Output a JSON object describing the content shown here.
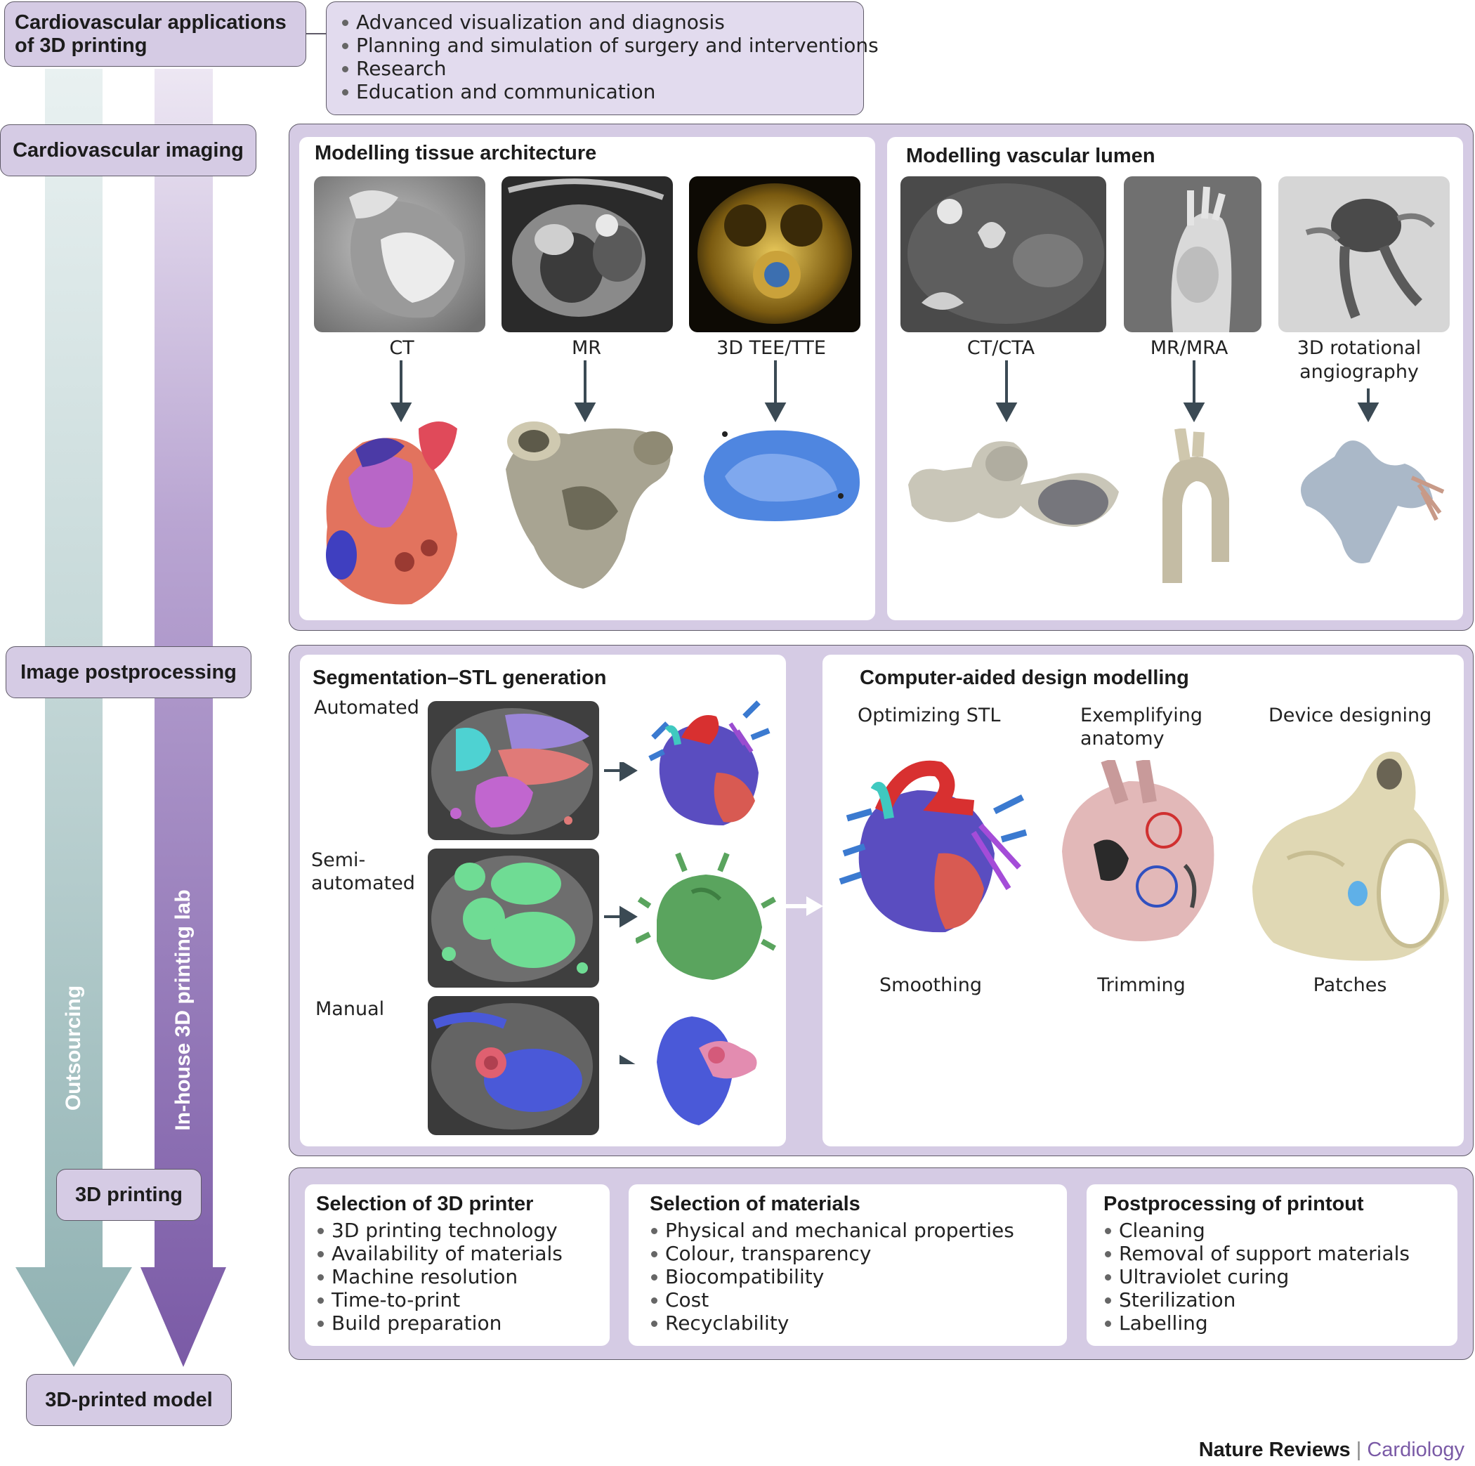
{
  "stages": {
    "applications": "Cardiovascular applications of 3D printing",
    "imaging": "Cardiovascular imaging",
    "postprocessing": "Image postprocessing",
    "printing": "3D printing",
    "model": "3D-printed model"
  },
  "applications_list": [
    "Advanced visualization and diagnosis",
    "Planning and simulation of surgery and interventions",
    "Research",
    "Education and communication"
  ],
  "arrows": {
    "outsourcing": "Outsourcing",
    "inhouse": "In-house 3D printing lab"
  },
  "imaging": {
    "tissue_title": "Modelling tissue architecture",
    "lumen_title": "Modelling vascular lumen",
    "tissue_modalities": [
      "CT",
      "MR",
      "3D TEE/TTE"
    ],
    "lumen_modalities": [
      "CT/CTA",
      "MR/MRA",
      "3D rotational angiography"
    ]
  },
  "postprocessing": {
    "segmentation_title": "Segmentation–STL generation",
    "segmentation_methods": [
      "Automated",
      "Semi-automated",
      "Manual"
    ],
    "cad_title": "Computer-aided design modelling",
    "cad_columns": [
      {
        "heading": "Optimizing STL",
        "caption": "Smoothing"
      },
      {
        "heading": "Exemplifying anatomy",
        "caption": "Trimming"
      },
      {
        "heading": "Device designing",
        "caption": "Patches"
      }
    ]
  },
  "printing": {
    "printer_title": "Selection of 3D printer",
    "printer_items": [
      "3D printing technology",
      "Availability of materials",
      "Machine resolution",
      "Time-to-print",
      "Build preparation"
    ],
    "materials_title": "Selection of materials",
    "materials_items": [
      "Physical and mechanical properties",
      "Colour, transparency",
      "Biocompatibility",
      "Cost",
      "Recyclability"
    ],
    "post_title": "Postprocessing of printout",
    "post_items": [
      "Cleaning",
      "Removal of support materials",
      "Ultraviolet curing",
      "Sterilization",
      "Labelling"
    ]
  },
  "footer": {
    "journal": "Nature Reviews",
    "separator": "|",
    "section": "Cardiology"
  },
  "colors": {
    "pill_fill": "#d5cbe4",
    "outsourcing_arrow": "#8fb1b2",
    "inhouse_arrow": "#7a5aa6",
    "section_accent": "#7a5aa6"
  }
}
